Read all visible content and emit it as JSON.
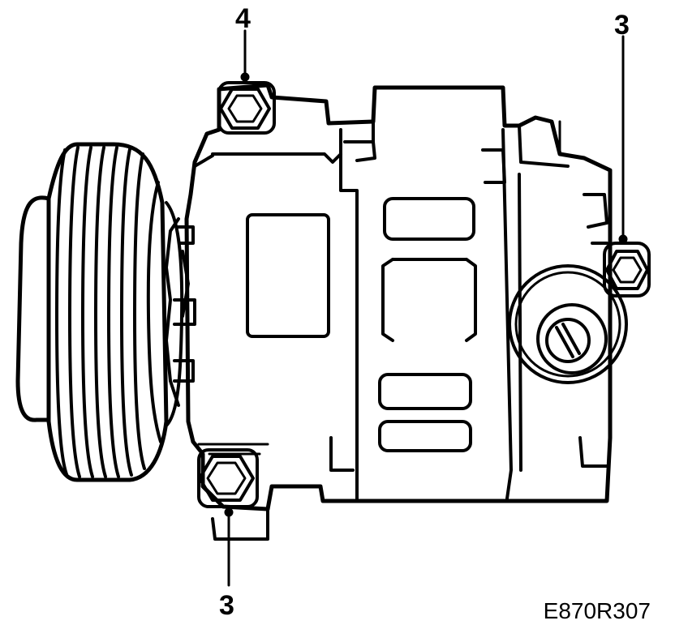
{
  "callouts": [
    {
      "label": "4",
      "part": "upper-mounting-bolt"
    },
    {
      "label": "3",
      "part": "right-mounting-bolt"
    },
    {
      "label": "3",
      "part": "lower-mounting-bolt"
    }
  ],
  "figure_code": "E870R307",
  "colors": {
    "line": "#000000",
    "background": "#ffffff"
  },
  "icons": [
    "hex-bolt-icon",
    "pulley-icon"
  ]
}
